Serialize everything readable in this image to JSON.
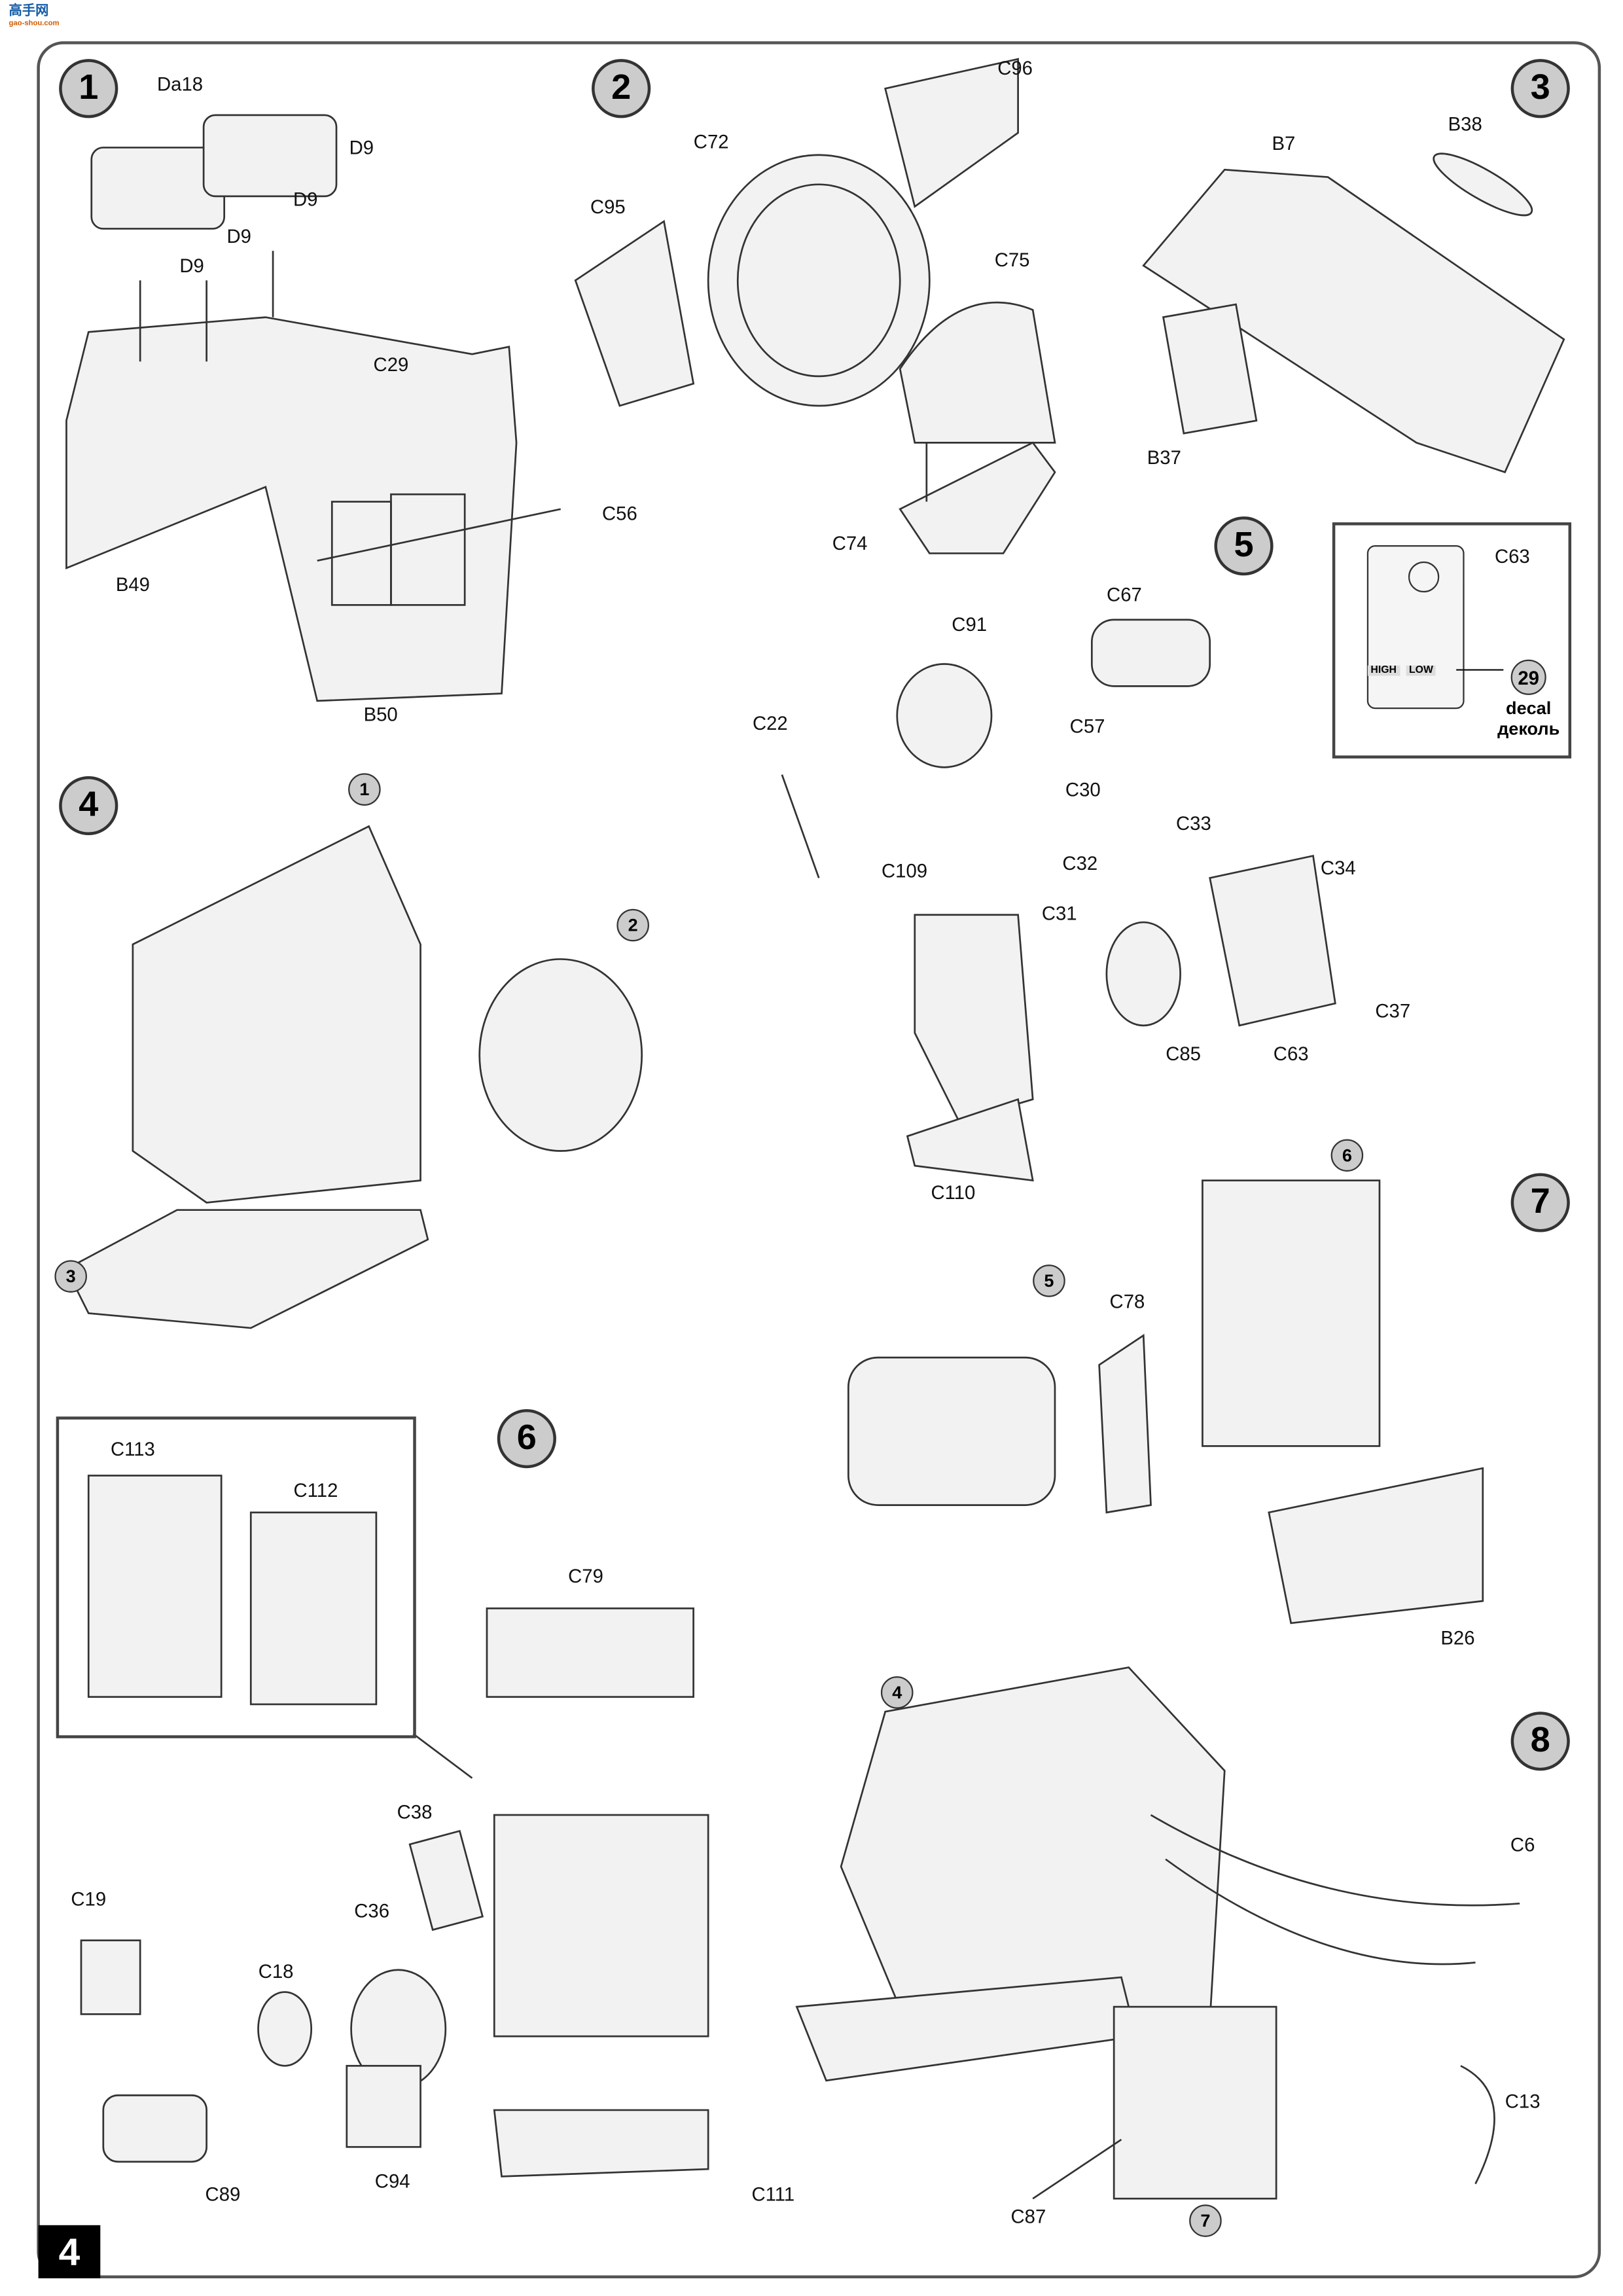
{
  "logo": {
    "text": "高手网",
    "url_text": "gao-shou.com"
  },
  "page_number": "4",
  "steps": [
    {
      "number": "1",
      "labels": [
        "Da18",
        "D9",
        "D9",
        "D9",
        "D9",
        "C29",
        "C56",
        "B49",
        "B50"
      ]
    },
    {
      "number": "2",
      "labels": [
        "C96",
        "C72",
        "C95",
        "C75",
        "C74"
      ]
    },
    {
      "number": "3",
      "labels": [
        "B7",
        "B38",
        "B37"
      ]
    },
    {
      "number": "4",
      "sub_assemblies": [
        "1",
        "2",
        "3"
      ]
    },
    {
      "number": "5",
      "labels": [
        "C91",
        "C67",
        "C57",
        "C22",
        "C30",
        "C33",
        "C34",
        "C32",
        "C109",
        "C31",
        "C37",
        "C85",
        "C63",
        "C110"
      ],
      "inset": {
        "label": "C63",
        "markings": [
          "HIGH",
          "LOW"
        ],
        "decal_number": "29",
        "decal_en": "decal",
        "decal_ru": "деколь"
      }
    },
    {
      "number": "6",
      "labels": [
        "C79",
        "C38",
        "C19",
        "C36",
        "C18",
        "C89",
        "C94",
        "C111"
      ],
      "inset": {
        "labels": [
          "C113",
          "C112"
        ]
      }
    },
    {
      "number": "7",
      "sub_assemblies": [
        "6",
        "5"
      ],
      "labels": [
        "C78",
        "B26"
      ]
    },
    {
      "number": "8",
      "sub_assemblies": [
        "4",
        "7"
      ],
      "labels": [
        "C6",
        "C13",
        "C87"
      ]
    }
  ]
}
